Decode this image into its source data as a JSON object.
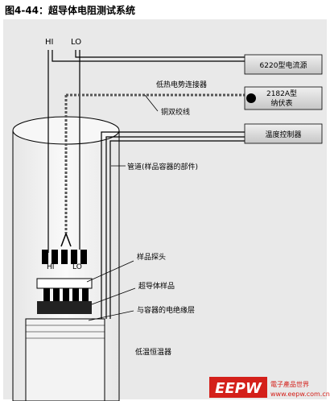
{
  "figure": {
    "title": "图4-44：超导体电阻测试系统",
    "wire_labels": {
      "hi_top": "HI",
      "lo_top": "LO",
      "hi_probe": "HI",
      "lo_probe": "LO"
    },
    "instruments": {
      "current_source": "6220型电流源",
      "nanovoltmeter_line1": "2182A型",
      "nanovoltmeter_line2": "纳伏表",
      "temp_controller": "温度控制器"
    },
    "callouts": {
      "low_thermal_connector": "低热电势连接器",
      "twisted_pair": "铜双绞线",
      "tube": "管道(样品容器的部件)",
      "sample_probe": "样品探头",
      "superconductor_sample": "超导体样品",
      "insulation_layer": "与容器的电绝缘层",
      "cryostat": "低温恒温器"
    },
    "watermark": {
      "logo_letters": "EEPW",
      "tagline": "電子產品世界",
      "url": "www.eepw.com.cn"
    },
    "colors": {
      "background": "#ffffff",
      "panel": "#e9e9e9",
      "box_gray": "#d0d0d0",
      "cylinder_fill": "#f4f4f4",
      "logo_red": "#d4201a",
      "line": "#000000"
    }
  }
}
